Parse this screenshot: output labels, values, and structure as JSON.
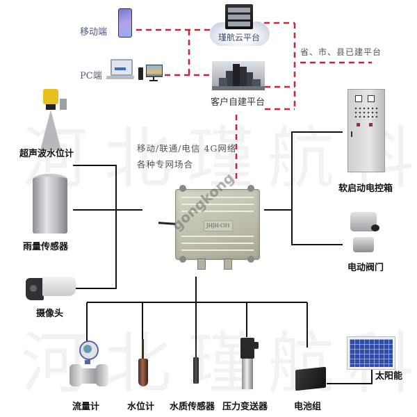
{
  "watermark": {
    "chars": [
      "河",
      "北",
      "瑾",
      "航",
      "科"
    ],
    "brand_stamp": "gongkong"
  },
  "top_network": {
    "mobile_label": "移动端",
    "pc_label": "PC端",
    "cloud_platform_label": "瑾航云平台",
    "customer_platform_label": "客户自建平台",
    "government_platform_label": "省、市、县已建平台",
    "network_line1": "移动/联通/电信 4G网络",
    "network_line2": "各种专网场合",
    "dashed_color": "#cc2233"
  },
  "rtu": {
    "model_label": "JHJH-C01"
  },
  "left_devices": [
    {
      "label": "超声波水位计",
      "icon": "ultrasonic-level-meter"
    },
    {
      "label": "雨量传感器",
      "icon": "rain-gauge"
    },
    {
      "label": "摄像头",
      "icon": "camera"
    }
  ],
  "right_devices": [
    {
      "label": "软启动电控箱",
      "icon": "control-cabinet"
    },
    {
      "label": "电动阀门",
      "icon": "electric-valve"
    }
  ],
  "bottom_devices": [
    {
      "label": "流量计",
      "icon": "flow-meter"
    },
    {
      "label": "水位计",
      "icon": "water-level-probe"
    },
    {
      "label": "水质传感器",
      "icon": "water-quality-sensor"
    },
    {
      "label": "压力变送器",
      "icon": "pressure-transmitter"
    },
    {
      "label": "电池组",
      "icon": "battery-pack"
    },
    {
      "label": "太阳能",
      "icon": "solar-panel"
    }
  ]
}
